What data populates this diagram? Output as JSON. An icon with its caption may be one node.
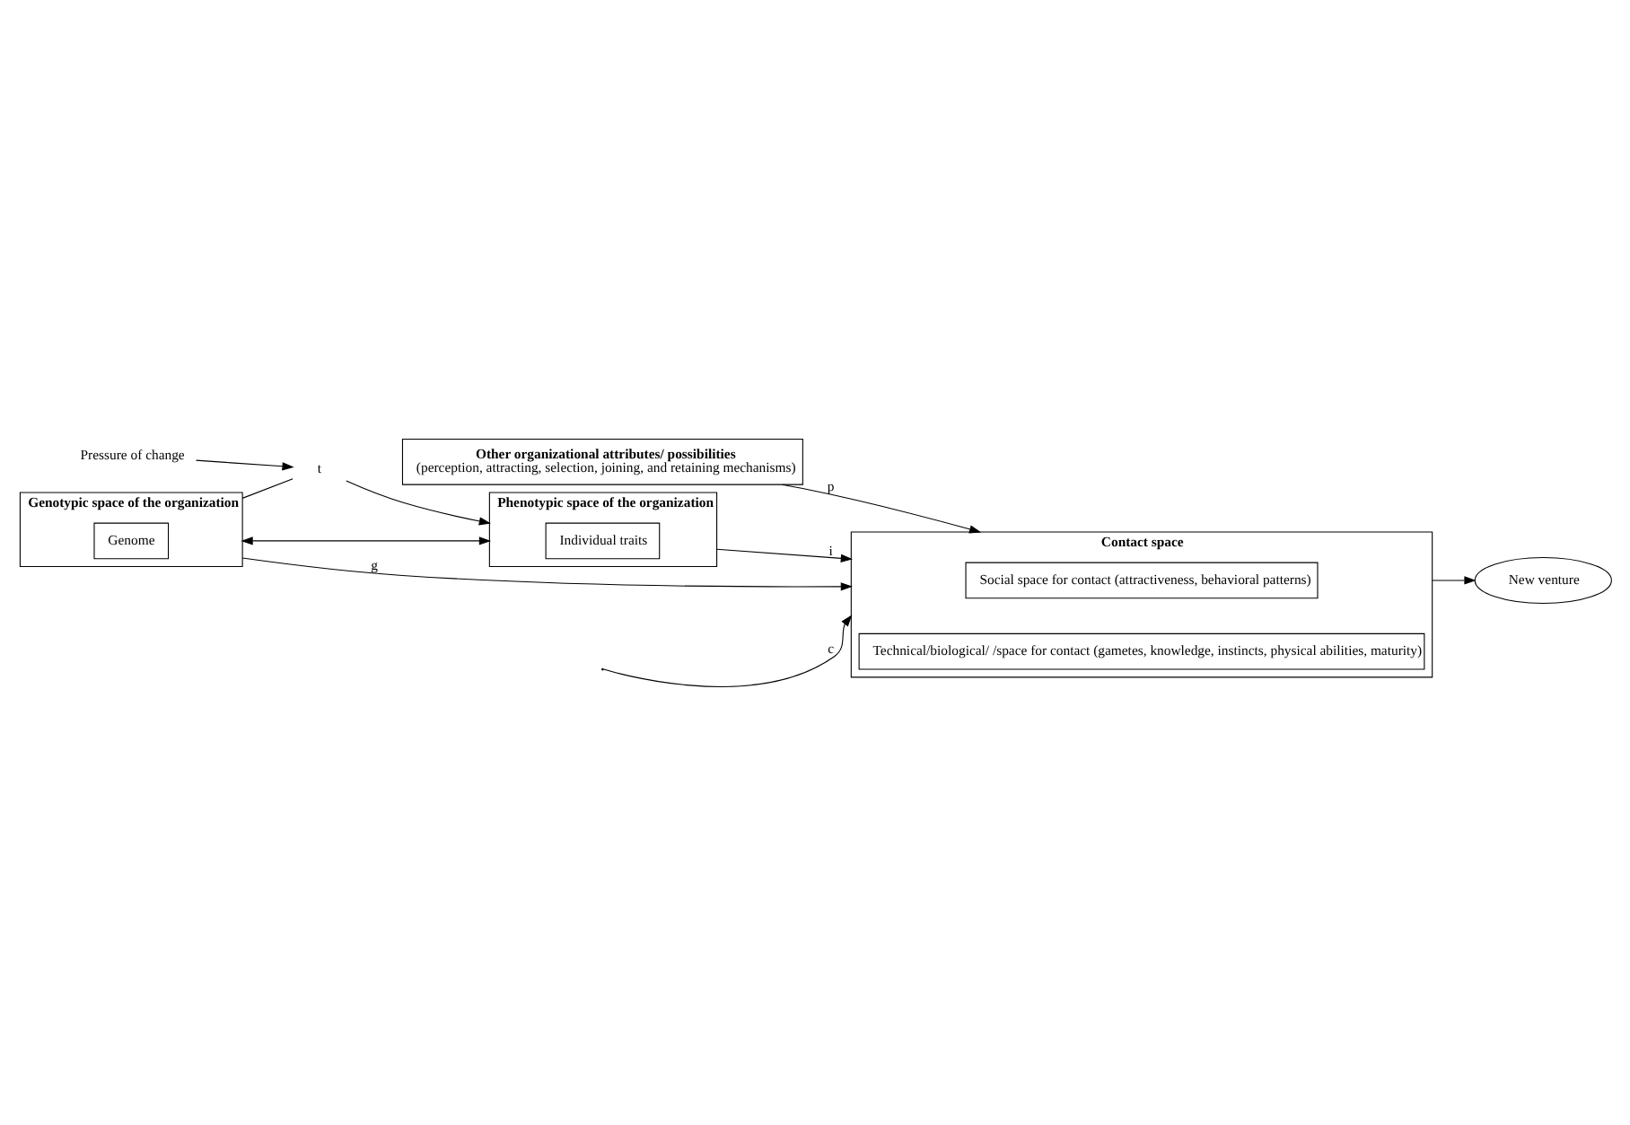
{
  "diagram": {
    "nodes": [
      {
        "text": [
          "Phenotypic space of the organization"
        ]
      },
      {
        "text": [
          "Individual traits"
        ],
        "in": 0
      },
      {
        "text": [
          "Contact space"
        ]
      },
      {
        "text": [
          "Social space for contact (attractiveness, behavioral patterns)"
        ],
        "in": 2
      },
      {
        "text": [
          "Technical/biological/ /space for contact (gametes, knowledge, instincts, physical abilities, maturity)"
        ],
        "in": 2
      },
      {
        "text": [
          "New venture"
        ]
      },
      {
        "text": [
          "Other organizational attributes/ possibilities",
          "(perception, attracting, selection, joining, and retaining mechanisms)"
        ]
      },
      {
        "text": [
          "Genotypic space of the organization"
        ]
      },
      {
        "text": [
          "Genome"
        ],
        "in": 7
      },
      {
        "text": [
          "Pressure of change"
        ]
      },
      {
        "text": [
          "t"
        ]
      }
    ],
    "edges": [
      {
        "from": 0,
        "to": 2,
        "arrow": "to",
        "label": "i"
      },
      {
        "from": 7,
        "to": 0,
        "arrow": "both"
      },
      {
        "from": 7,
        "to": 10,
        "arrow": "none"
      },
      {
        "from": 10,
        "to": 0,
        "arrow": "to"
      },
      {
        "from": 9,
        "to": 10,
        "arrow": "to"
      },
      {
        "from": null,
        "to": 2,
        "arrow": "to",
        "label": "c"
      },
      {
        "from": 7,
        "to": 2,
        "arrow": "to",
        "label": "g"
      },
      {
        "from": 6,
        "to": 2,
        "arrow": "to",
        "label": "p"
      },
      {
        "from": 2,
        "to": 5,
        "arrow": "to"
      }
    ]
  }
}
